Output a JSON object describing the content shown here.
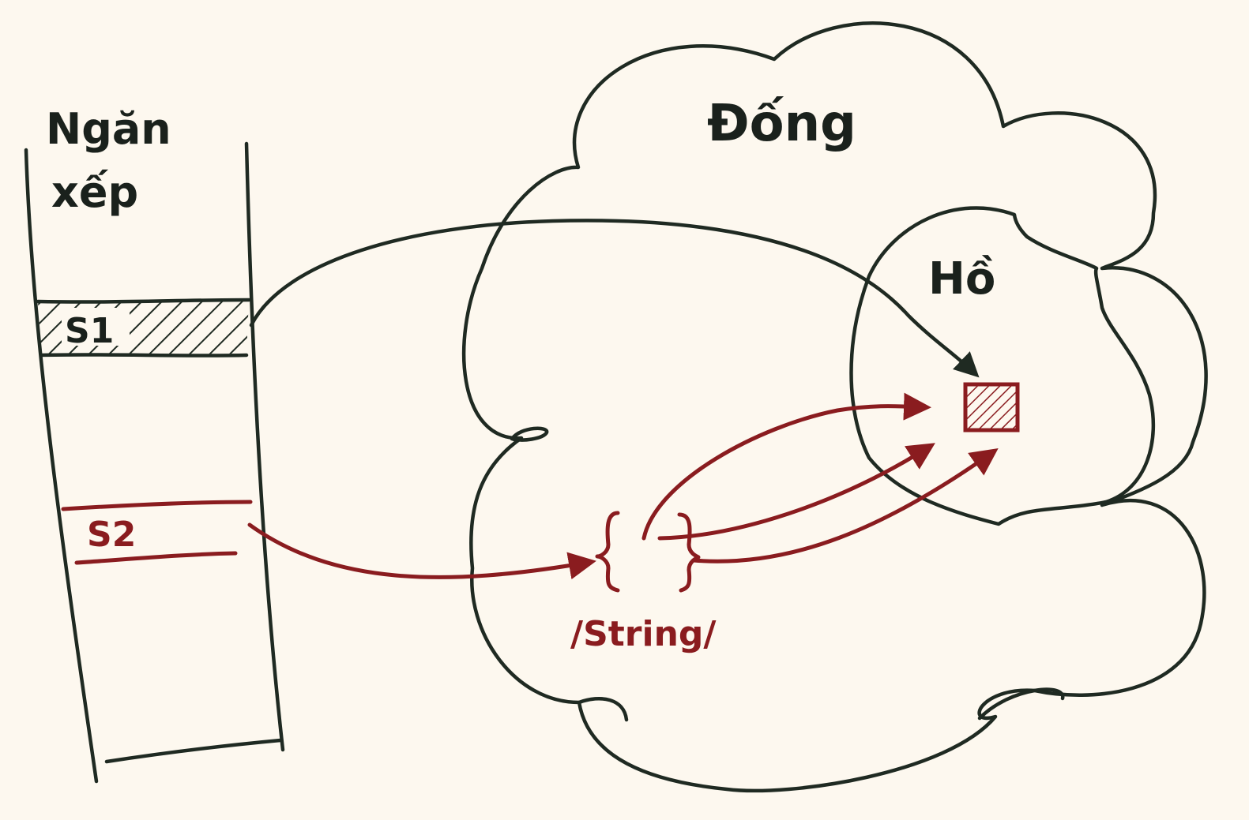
{
  "stack": {
    "title_line1": "Ngăn",
    "title_line2": "xếp",
    "slot_s1": "S1",
    "slot_s2": "S2"
  },
  "heap": {
    "title": "Đống"
  },
  "pool": {
    "title": "Hồ"
  },
  "object": {
    "label": "/String/"
  },
  "colors": {
    "ink": "#1f2a22",
    "red": "#8a1c1f",
    "paper": "#fdf8ef"
  }
}
